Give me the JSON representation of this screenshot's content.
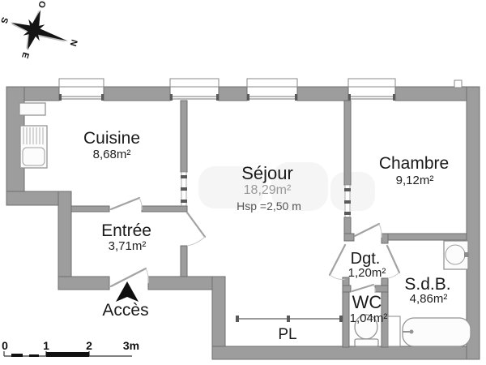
{
  "compass": {
    "n": "N",
    "s": "S",
    "e": "E",
    "o": "O"
  },
  "rooms": {
    "cuisine": {
      "name": "Cuisine",
      "area": "8,68m²"
    },
    "sejour": {
      "name": "Séjour",
      "area": "18,29m²",
      "ceiling_height": "Hsp =2,50 m"
    },
    "chambre": {
      "name": "Chambre",
      "area": "9,12m²"
    },
    "entree": {
      "name": "Entrée",
      "area": "3,71m²"
    },
    "degagement": {
      "name": "Dgt.",
      "area": "1,20m²"
    },
    "wc": {
      "name": "WC",
      "area": "1,04m²"
    },
    "sdb": {
      "name": "S.d.B.",
      "area": "4,86m²"
    },
    "placard": {
      "name": "PL"
    }
  },
  "entrance": {
    "label": "Accès"
  },
  "scale_bar": {
    "t0": "0",
    "t1": "1",
    "t2": "2",
    "t3": "3m"
  },
  "colors": {
    "wall": "#9d9d9d",
    "wall_outline": "#6e6e6e",
    "fixture_line": "#999999",
    "text": "#1a1a1a",
    "faded_area_text": "#999999"
  }
}
